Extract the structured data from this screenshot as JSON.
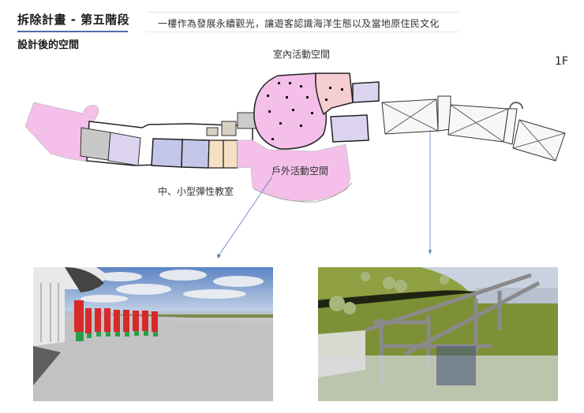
{
  "header": {
    "title": "拆除計畫 - 第五階段",
    "subtitle": "設計後的空間",
    "tagline": "一樓作為發展永續觀光，讓遊客認識海洋生態以及當地原住民文化",
    "accent_color": "#4a6fa5"
  },
  "floor_plan": {
    "floor_label": "1F",
    "labels": {
      "indoor": "室內活動空間",
      "outdoor": "戶外活動空間",
      "classroom": "中、小型彈性教室"
    },
    "colors": {
      "pink": "#f4bfe9",
      "salmon": "#f6cdd0",
      "lavender": "#dcd4ef",
      "blue": "#c4c6ea",
      "peach": "#f6dfc2",
      "gray": "#c8c8c8"
    }
  },
  "photos": [
    {
      "caption": "outdoor-activity-render",
      "alt": "原住民舞者於戶外廣場"
    },
    {
      "caption": "ruins-structure-render",
      "alt": "保留結構框架與草坡"
    }
  ]
}
